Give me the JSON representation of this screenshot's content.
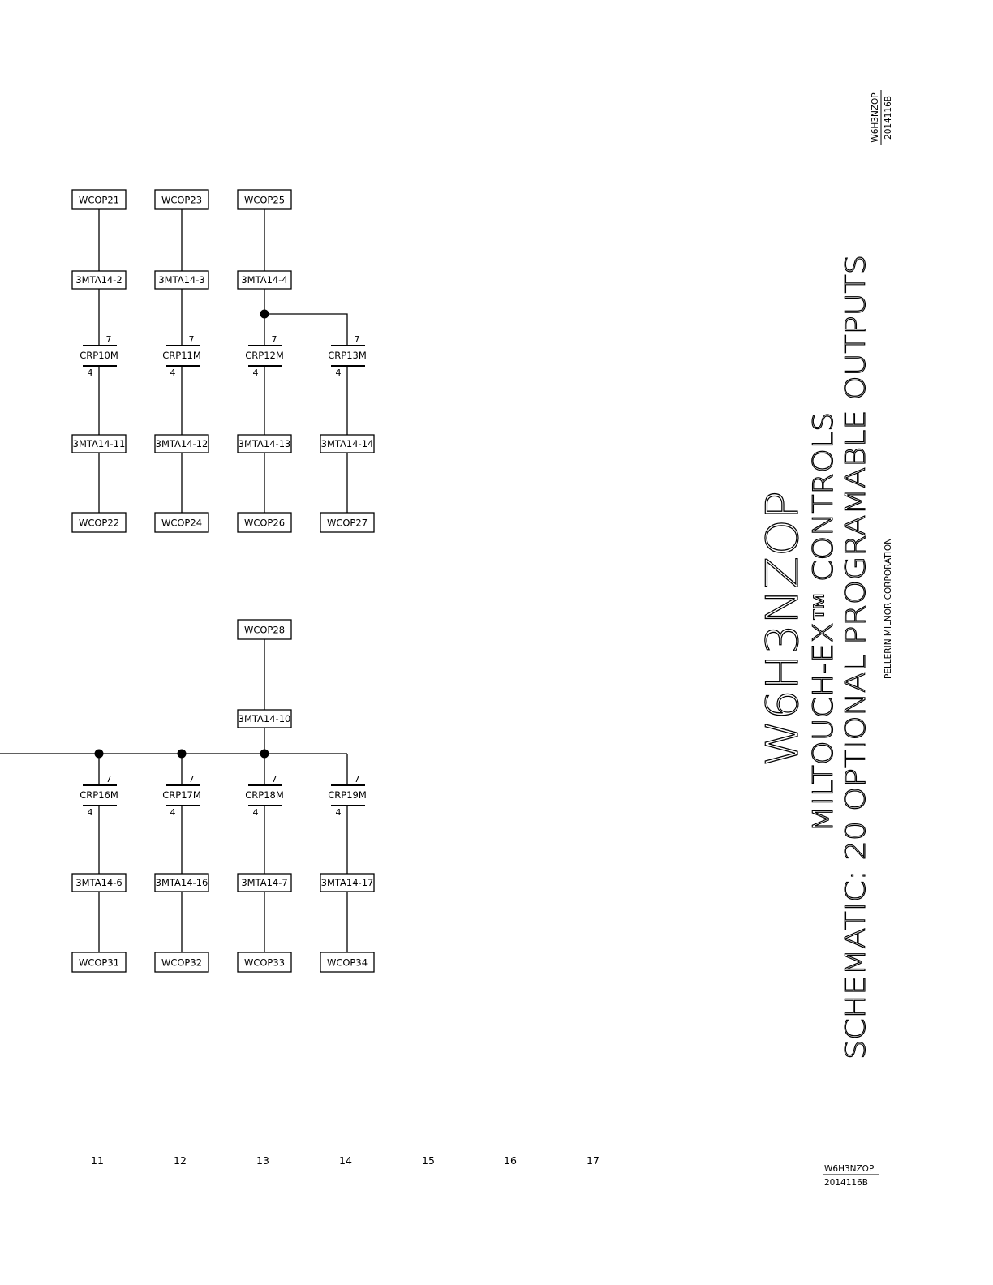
{
  "top_block": {
    "top_terminals": [
      "WCOP21",
      "WCOP23",
      "WCOP25"
    ],
    "upper_connectors": [
      "3MTA14-2",
      "3MTA14-3",
      "3MTA14-4"
    ],
    "contacts": [
      {
        "name": "CRP10M",
        "pin_top": "7",
        "pin_bottom": "4"
      },
      {
        "name": "CRP11M",
        "pin_top": "7",
        "pin_bottom": "4"
      },
      {
        "name": "CRP12M",
        "pin_top": "7",
        "pin_bottom": "4"
      },
      {
        "name": "CRP13M",
        "pin_top": "7",
        "pin_bottom": "4"
      }
    ],
    "lower_connectors": [
      "3MTA14-11",
      "3MTA14-12",
      "3MTA14-13",
      "3MTA14-14"
    ],
    "bottom_terminals": [
      "WCOP22",
      "WCOP24",
      "WCOP26",
      "WCOP27"
    ]
  },
  "bottom_block": {
    "top_terminal": "WCOP28",
    "upper_connector": "3MTA14-10",
    "contacts": [
      {
        "name": "CRP16M",
        "pin_top": "7",
        "pin_bottom": "4"
      },
      {
        "name": "CRP17M",
        "pin_top": "7",
        "pin_bottom": "4"
      },
      {
        "name": "CRP18M",
        "pin_top": "7",
        "pin_bottom": "4"
      },
      {
        "name": "CRP19M",
        "pin_top": "7",
        "pin_bottom": "4"
      }
    ],
    "lower_connectors": [
      "3MTA14-6",
      "3MTA14-16",
      "3MTA14-7",
      "3MTA14-17"
    ],
    "bottom_terminals": [
      "WCOP31",
      "WCOP32",
      "WCOP33",
      "WCOP34"
    ]
  },
  "column_numbers": [
    "11",
    "12",
    "13",
    "14",
    "15",
    "16",
    "17"
  ],
  "title_block": {
    "drawing_number": "W6H3NZOP",
    "subtitle": "MILTOUCH-EX™ CONTROLS",
    "description": "SCHEMATIC:  20 OPTIONAL PROGRAMABLE OUTPUTS",
    "company": "PELLERIN MILNOR CORPORATION"
  },
  "doc_ref": {
    "code": "W6H3NZOP",
    "revision": "2014116B"
  }
}
